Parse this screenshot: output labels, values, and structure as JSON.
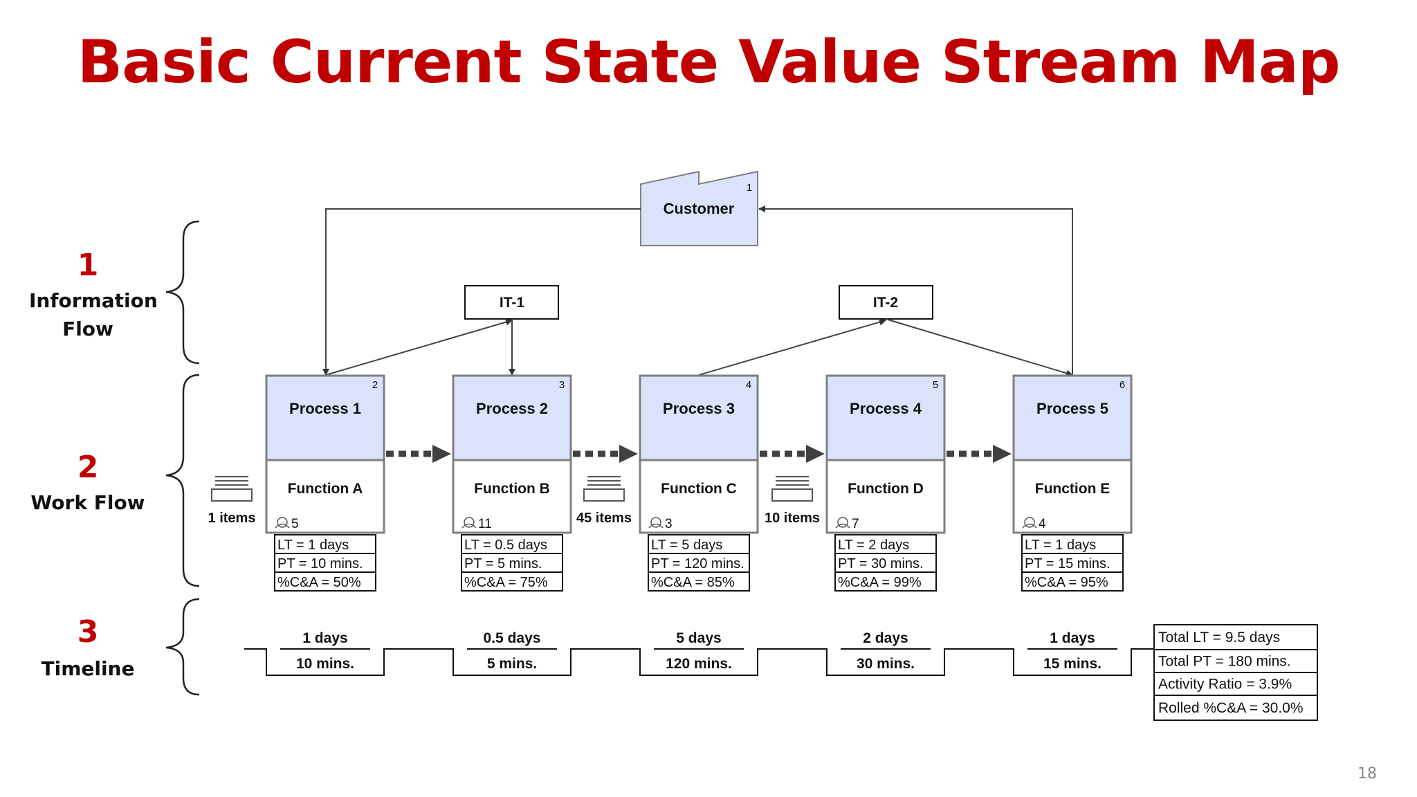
{
  "title": "Basic Current State Value Stream Map",
  "sections": [
    {
      "number": "1",
      "label": "Information Flow"
    },
    {
      "number": "2",
      "label": "Work Flow"
    },
    {
      "number": "3",
      "label": "Timeline"
    }
  ],
  "customer": {
    "label": "Customer",
    "id": "1"
  },
  "it_systems": [
    {
      "label": "IT-1"
    },
    {
      "label": "IT-2"
    }
  ],
  "processes": [
    {
      "name": "Process 1",
      "id": "2",
      "function": "Function A",
      "operators": "5",
      "lt": "LT = 1 days",
      "pt": "PT = 10 mins.",
      "ca": "%C&A = 50%"
    },
    {
      "name": "Process 2",
      "id": "3",
      "function": "Function B",
      "operators": "11",
      "lt": "LT = 0.5 days",
      "pt": "PT = 5 mins.",
      "ca": "%C&A = 75%"
    },
    {
      "name": "Process 3",
      "id": "4",
      "function": "Function C",
      "operators": "3",
      "lt": "LT = 5 days",
      "pt": "PT = 120 mins.",
      "ca": "%C&A = 85%"
    },
    {
      "name": "Process 4",
      "id": "5",
      "function": "Function D",
      "operators": "7",
      "lt": "LT = 2 days",
      "pt": "PT = 30 mins.",
      "ca": "%C&A = 99%"
    },
    {
      "name": "Process 5",
      "id": "6",
      "function": "Function E",
      "operators": "4",
      "lt": "LT = 1 days",
      "pt": "PT = 15 mins.",
      "ca": "%C&A = 95%"
    }
  ],
  "inventory": [
    {
      "label": "1 items"
    },
    {
      "label": "45 items"
    },
    {
      "label": "10 items"
    }
  ],
  "timeline": [
    {
      "days": "1 days",
      "mins": "10 mins."
    },
    {
      "days": "0.5 days",
      "mins": "5 mins."
    },
    {
      "days": "5 days",
      "mins": "120 mins."
    },
    {
      "days": "2 days",
      "mins": "30 mins."
    },
    {
      "days": "1 days",
      "mins": "15 mins."
    }
  ],
  "totals": [
    {
      "text": "Total LT = 9.5 days"
    },
    {
      "text": "Total PT = 180 mins."
    },
    {
      "text": "Activity Ratio = 3.9%"
    },
    {
      "text": "Rolled %C&A = 30.0%"
    }
  ],
  "page_number": "18",
  "colors": {
    "title": "#c00000",
    "process_fill": "#dae3fb",
    "border": "#7f7f7f",
    "push_arrow": "#404040"
  }
}
